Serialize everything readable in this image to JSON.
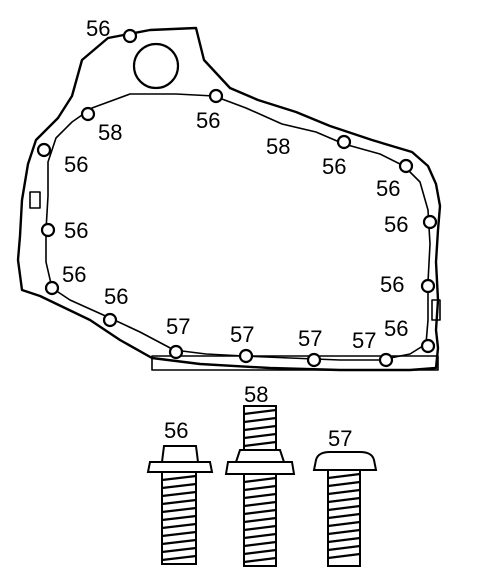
{
  "cover_callouts": [
    {
      "id": "c1",
      "text": "56"
    },
    {
      "id": "c2",
      "text": "58"
    },
    {
      "id": "c3",
      "text": "56"
    },
    {
      "id": "c4",
      "text": "56"
    },
    {
      "id": "c5",
      "text": "58"
    },
    {
      "id": "c6",
      "text": "56"
    },
    {
      "id": "c7",
      "text": "56"
    },
    {
      "id": "c8",
      "text": "56"
    },
    {
      "id": "c9",
      "text": "56"
    },
    {
      "id": "c10",
      "text": "56"
    },
    {
      "id": "c11",
      "text": "56"
    },
    {
      "id": "c12",
      "text": "56"
    },
    {
      "id": "c13",
      "text": "56"
    },
    {
      "id": "c14",
      "text": "57"
    },
    {
      "id": "c15",
      "text": "57"
    },
    {
      "id": "c16",
      "text": "57"
    },
    {
      "id": "c17",
      "text": "57"
    }
  ],
  "bolts": [
    {
      "id": "bolt-56",
      "label": "56",
      "type": "flange hex head bolt"
    },
    {
      "id": "bolt-58",
      "label": "58",
      "type": "stud bolt"
    },
    {
      "id": "bolt-57",
      "label": "57",
      "type": "round head bolt"
    }
  ]
}
